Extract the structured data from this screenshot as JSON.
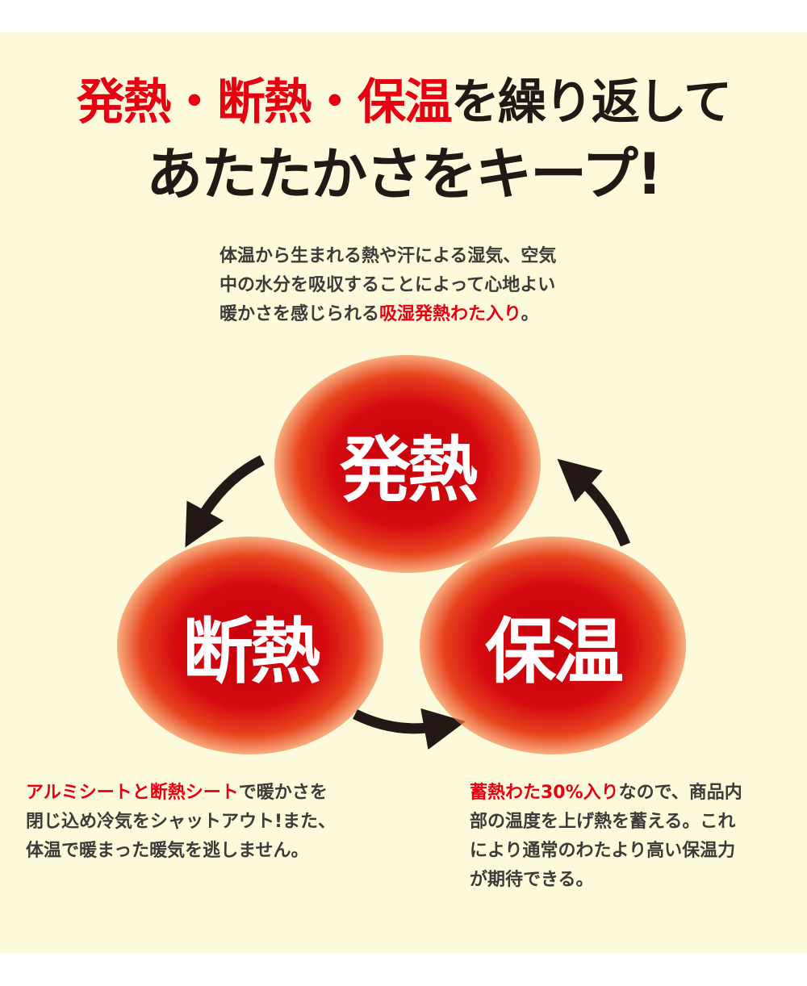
{
  "headline": {
    "line1_red": "発熱・断熱・保温",
    "line1_dark": "を繰り返して",
    "line2": "あたたかさをキープ!"
  },
  "intro": {
    "line1": "体温から生まれる熱や汗による湿気、空気",
    "line2": "中の水分を吸収することによって心地よい",
    "line3_dark": "暖かさを感じられる",
    "line3_red": "吸湿発熱わた入り",
    "line3_end": "。"
  },
  "cycle": {
    "top": "発熱",
    "left": "断熱",
    "right": "保温"
  },
  "left_text": {
    "line1_red": "アルミシートと断熱シート",
    "line1_dark": "で暖かさを",
    "line2": "閉じ込め冷気をシャットアウト!また、",
    "line3": "体温で暖まった暖気を逃しません。"
  },
  "right_text": {
    "line1_red": "蓄熱わた30%入り",
    "line1_dark": "なので、商品内",
    "line2": "部の温度を上げ熱を蓄える。これ",
    "line3": "により通常のわたより高い保温力",
    "line4": "が期待できる。"
  },
  "colors": {
    "accent": "#e60012",
    "text": "#3e3a39",
    "background": "#fdfadb"
  }
}
